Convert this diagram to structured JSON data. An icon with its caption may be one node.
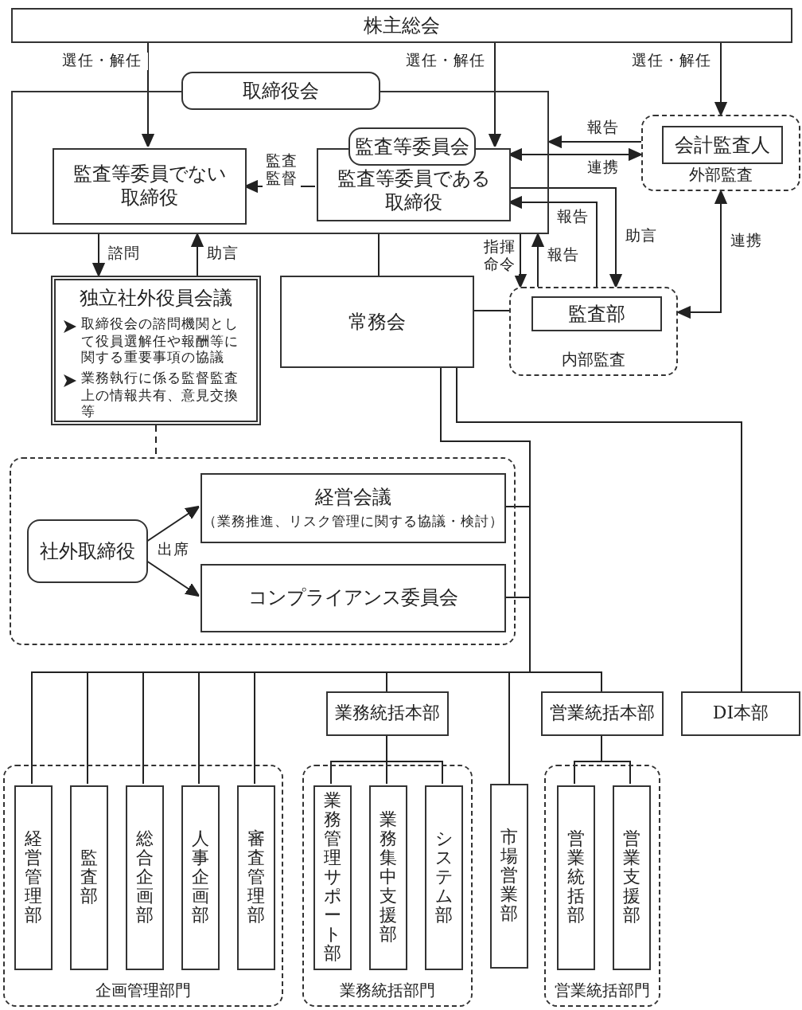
{
  "diagram": {
    "nodes": [
      {
        "text": [
          "株主総会"
        ]
      },
      {
        "text": [
          "取締役会"
        ]
      },
      {
        "text": [
          "監査等委員でない取締役"
        ],
        "in": 1
      },
      {
        "text": [
          "監査等委員である取締役"
        ],
        "in": 1
      },
      {
        "text": [
          "外部監査"
        ]
      },
      {
        "text": [
          "会計監査人"
        ],
        "in": 4
      },
      {
        "text": [
          "独立社外役員会議",
          "取締役会の諮問機関として役員選解任や報酬等に関する重要事項の協議",
          "業務執行に係る監督監査上の情報共有、意見交換等"
        ]
      },
      {
        "text": [
          "常務会"
        ]
      },
      {
        "text": [
          "内部監査"
        ]
      },
      {
        "text": [
          "監査部"
        ],
        "in": 8
      },
      {
        "text": [],
        "shape": "box"
      },
      {
        "text": [
          "社外取締役"
        ],
        "in": 10
      },
      {
        "text": [
          "経営会議",
          "（業務推進、リスク管理に関する協議・検討）"
        ],
        "in": 10
      },
      {
        "text": [
          "コンプライアンス委員会"
        ],
        "in": 10
      },
      {
        "text": [
          "業務統括本部"
        ]
      },
      {
        "text": [
          "営業統括本部"
        ]
      },
      {
        "text": [
          "DI本部"
        ]
      },
      {
        "text": [
          "企画管理部門"
        ]
      },
      {
        "text": [
          "経営管理部"
        ],
        "in": 17
      },
      {
        "text": [
          "監査部"
        ],
        "in": 17
      },
      {
        "text": [
          "総合企画部"
        ],
        "in": 17
      },
      {
        "text": [
          "人事企画部"
        ],
        "in": 17
      },
      {
        "text": [
          "審査管理部"
        ],
        "in": 17
      },
      {
        "text": [
          "業務統括部門"
        ]
      },
      {
        "text": [
          "業務管理サポート部"
        ],
        "in": 23
      },
      {
        "text": [
          "業務集中支援部"
        ],
        "in": 23
      },
      {
        "text": [
          "システム部"
        ],
        "in": 23
      },
      {
        "text": [
          "市場営業部"
        ]
      },
      {
        "text": [
          "営業統括部門"
        ]
      },
      {
        "text": [
          "営業統括部"
        ],
        "in": 28
      },
      {
        "text": [
          "営業支援部"
        ],
        "in": 28
      },
      {
        "text": [
          "監査等委員会"
        ],
        "in": 1
      }
    ],
    "edges": [
      {
        "from": 0,
        "to": 2,
        "arrow": "to",
        "label": "選任・解任"
      },
      {
        "from": 0,
        "to": 3,
        "arrow": "to",
        "label": "選任・解任"
      },
      {
        "from": 0,
        "to": 4,
        "arrow": "to",
        "label": "選任・解任"
      },
      {
        "from": 4,
        "to": 1,
        "arrow": "to",
        "label": "報告"
      },
      {
        "from": 3,
        "to": 4,
        "arrow": "both",
        "label": "連携"
      },
      {
        "from": 3,
        "to": 2,
        "arrow": "to",
        "label": "監査監督"
      },
      {
        "from": 8,
        "to": 3,
        "arrow": "to",
        "label": "報告"
      },
      {
        "from": 3,
        "to": 8,
        "arrow": "to",
        "label": "助言"
      },
      {
        "from": 1,
        "to": 8,
        "arrow": "to",
        "label": "指揮命令"
      },
      {
        "from": 8,
        "to": 1,
        "arrow": "to",
        "label": "報告"
      },
      {
        "from": 4,
        "to": 8,
        "arrow": "both",
        "label": "連携"
      },
      {
        "from": 1,
        "to": 6,
        "arrow": "to",
        "label": "諮問"
      },
      {
        "from": 6,
        "to": 1,
        "arrow": "to",
        "label": "助言"
      },
      {
        "from": 1,
        "to": 7,
        "arrow": "none"
      },
      {
        "from": 7,
        "to": 8,
        "arrow": "none"
      },
      {
        "from": 6,
        "to": 10,
        "arrow": "none",
        "style": "dashed"
      },
      {
        "from": 11,
        "to": 12,
        "arrow": "to",
        "label": "出席"
      },
      {
        "from": 11,
        "to": 13,
        "arrow": "to"
      },
      {
        "from": 7,
        "to": 12,
        "arrow": "none"
      },
      {
        "from": 7,
        "to": 13,
        "arrow": "none"
      },
      {
        "from": 7,
        "to": 18,
        "arrow": "none"
      },
      {
        "from": 7,
        "to": 19,
        "arrow": "none"
      },
      {
        "from": 7,
        "to": 20,
        "arrow": "none"
      },
      {
        "from": 7,
        "to": 21,
        "arrow": "none"
      },
      {
        "from": 7,
        "to": 22,
        "arrow": "none"
      },
      {
        "from": 7,
        "to": 14,
        "arrow": "none"
      },
      {
        "from": 7,
        "to": 27,
        "arrow": "none"
      },
      {
        "from": 7,
        "to": 15,
        "arrow": "none"
      },
      {
        "from": 7,
        "to": 16,
        "arrow": "none"
      },
      {
        "from": 14,
        "to": 24,
        "arrow": "none"
      },
      {
        "from": 14,
        "to": 25,
        "arrow": "none"
      },
      {
        "from": 14,
        "to": 26,
        "arrow": "none"
      },
      {
        "from": 15,
        "to": 29,
        "arrow": "none"
      },
      {
        "from": 15,
        "to": 30,
        "arrow": "none"
      }
    ]
  }
}
